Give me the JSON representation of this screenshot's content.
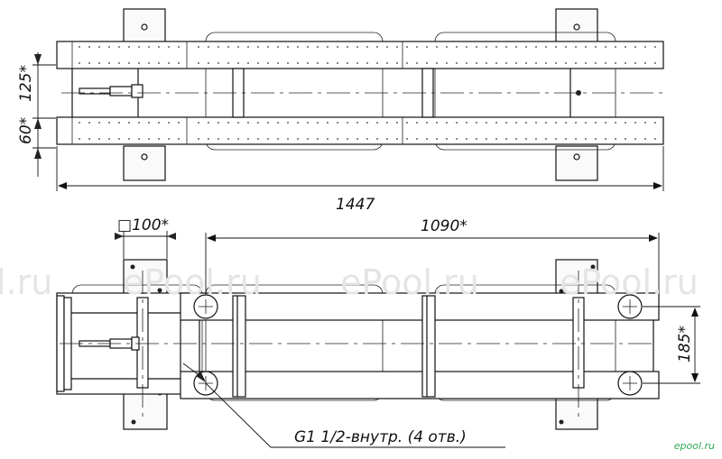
{
  "labels": {
    "overall_length": "1447",
    "length_between": "1090",
    "plate_size": "100",
    "plate_size_prefix": "□",
    "rail_spacing": "185",
    "side_dim_a": "60",
    "side_dim_b": "125",
    "star": "*",
    "thread_note": "G1 1/2-внутр. (4 отв.)"
  },
  "watermarks": [
    "l.ru",
    "ePool.ru",
    "ePool.ru",
    "ePool.ru"
  ],
  "logo": "epool.ru"
}
